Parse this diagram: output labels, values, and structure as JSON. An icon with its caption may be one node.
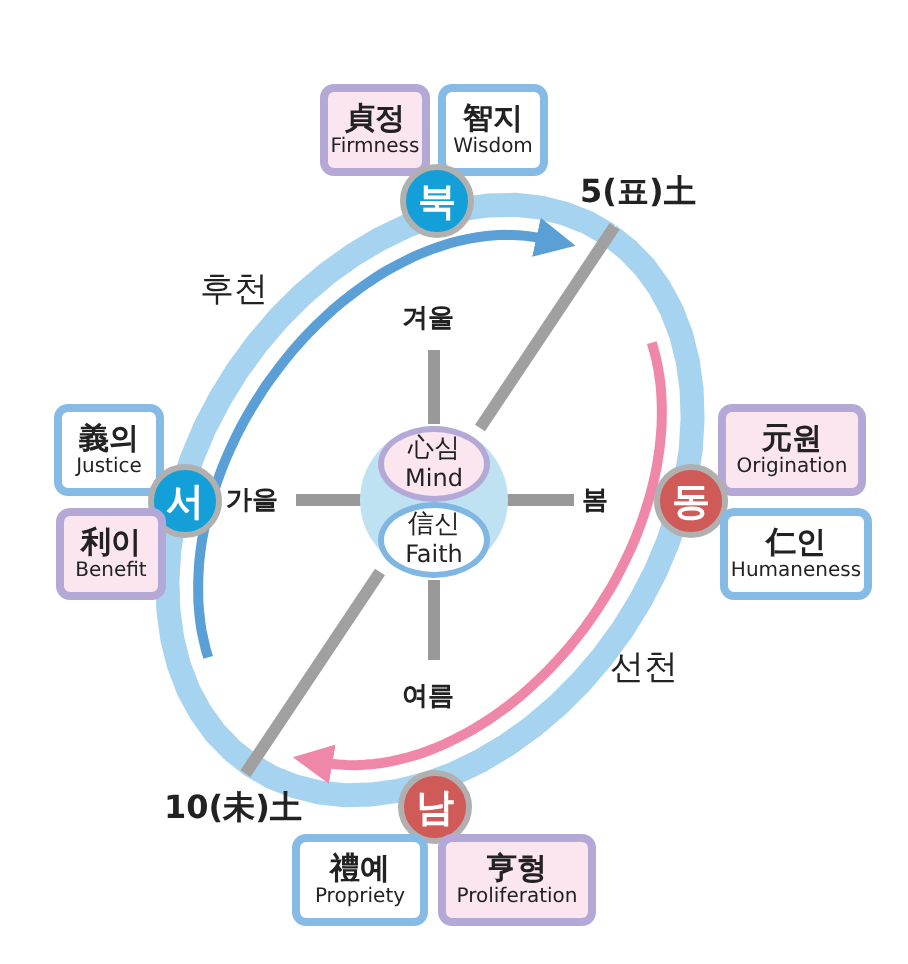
{
  "diagram": {
    "nodes": [
      {
        "text": [
          "貞정",
          "Firmness"
        ]
      },
      {
        "text": [
          "智지",
          "Wisdom"
        ]
      },
      {
        "text": [
          "북"
        ]
      },
      {
        "text": [
          "義의",
          "Justice"
        ]
      },
      {
        "text": [
          "서"
        ]
      },
      {
        "text": [],
        "shape": "circle"
      },
      {
        "text": [
          "心심",
          "Mind"
        ],
        "in": 5
      },
      {
        "text": [
          "元원",
          "Origination"
        ]
      },
      {
        "text": [
          "동"
        ]
      },
      {
        "text": [
          "利이",
          "Benefit"
        ]
      },
      {
        "text": [
          "信신",
          "Faith"
        ],
        "in": 5
      },
      {
        "text": [
          "仁인",
          "Humaneness"
        ]
      },
      {
        "text": [
          "남"
        ]
      },
      {
        "text": [
          "禮예",
          "Propriety"
        ]
      },
      {
        "text": [
          "亨형",
          "Proliferation"
        ]
      }
    ],
    "labels": [
      "5(표)土",
      "후천",
      "겨울",
      "가을",
      "봄",
      "선천",
      "여름",
      "10(未)土"
    ]
  }
}
